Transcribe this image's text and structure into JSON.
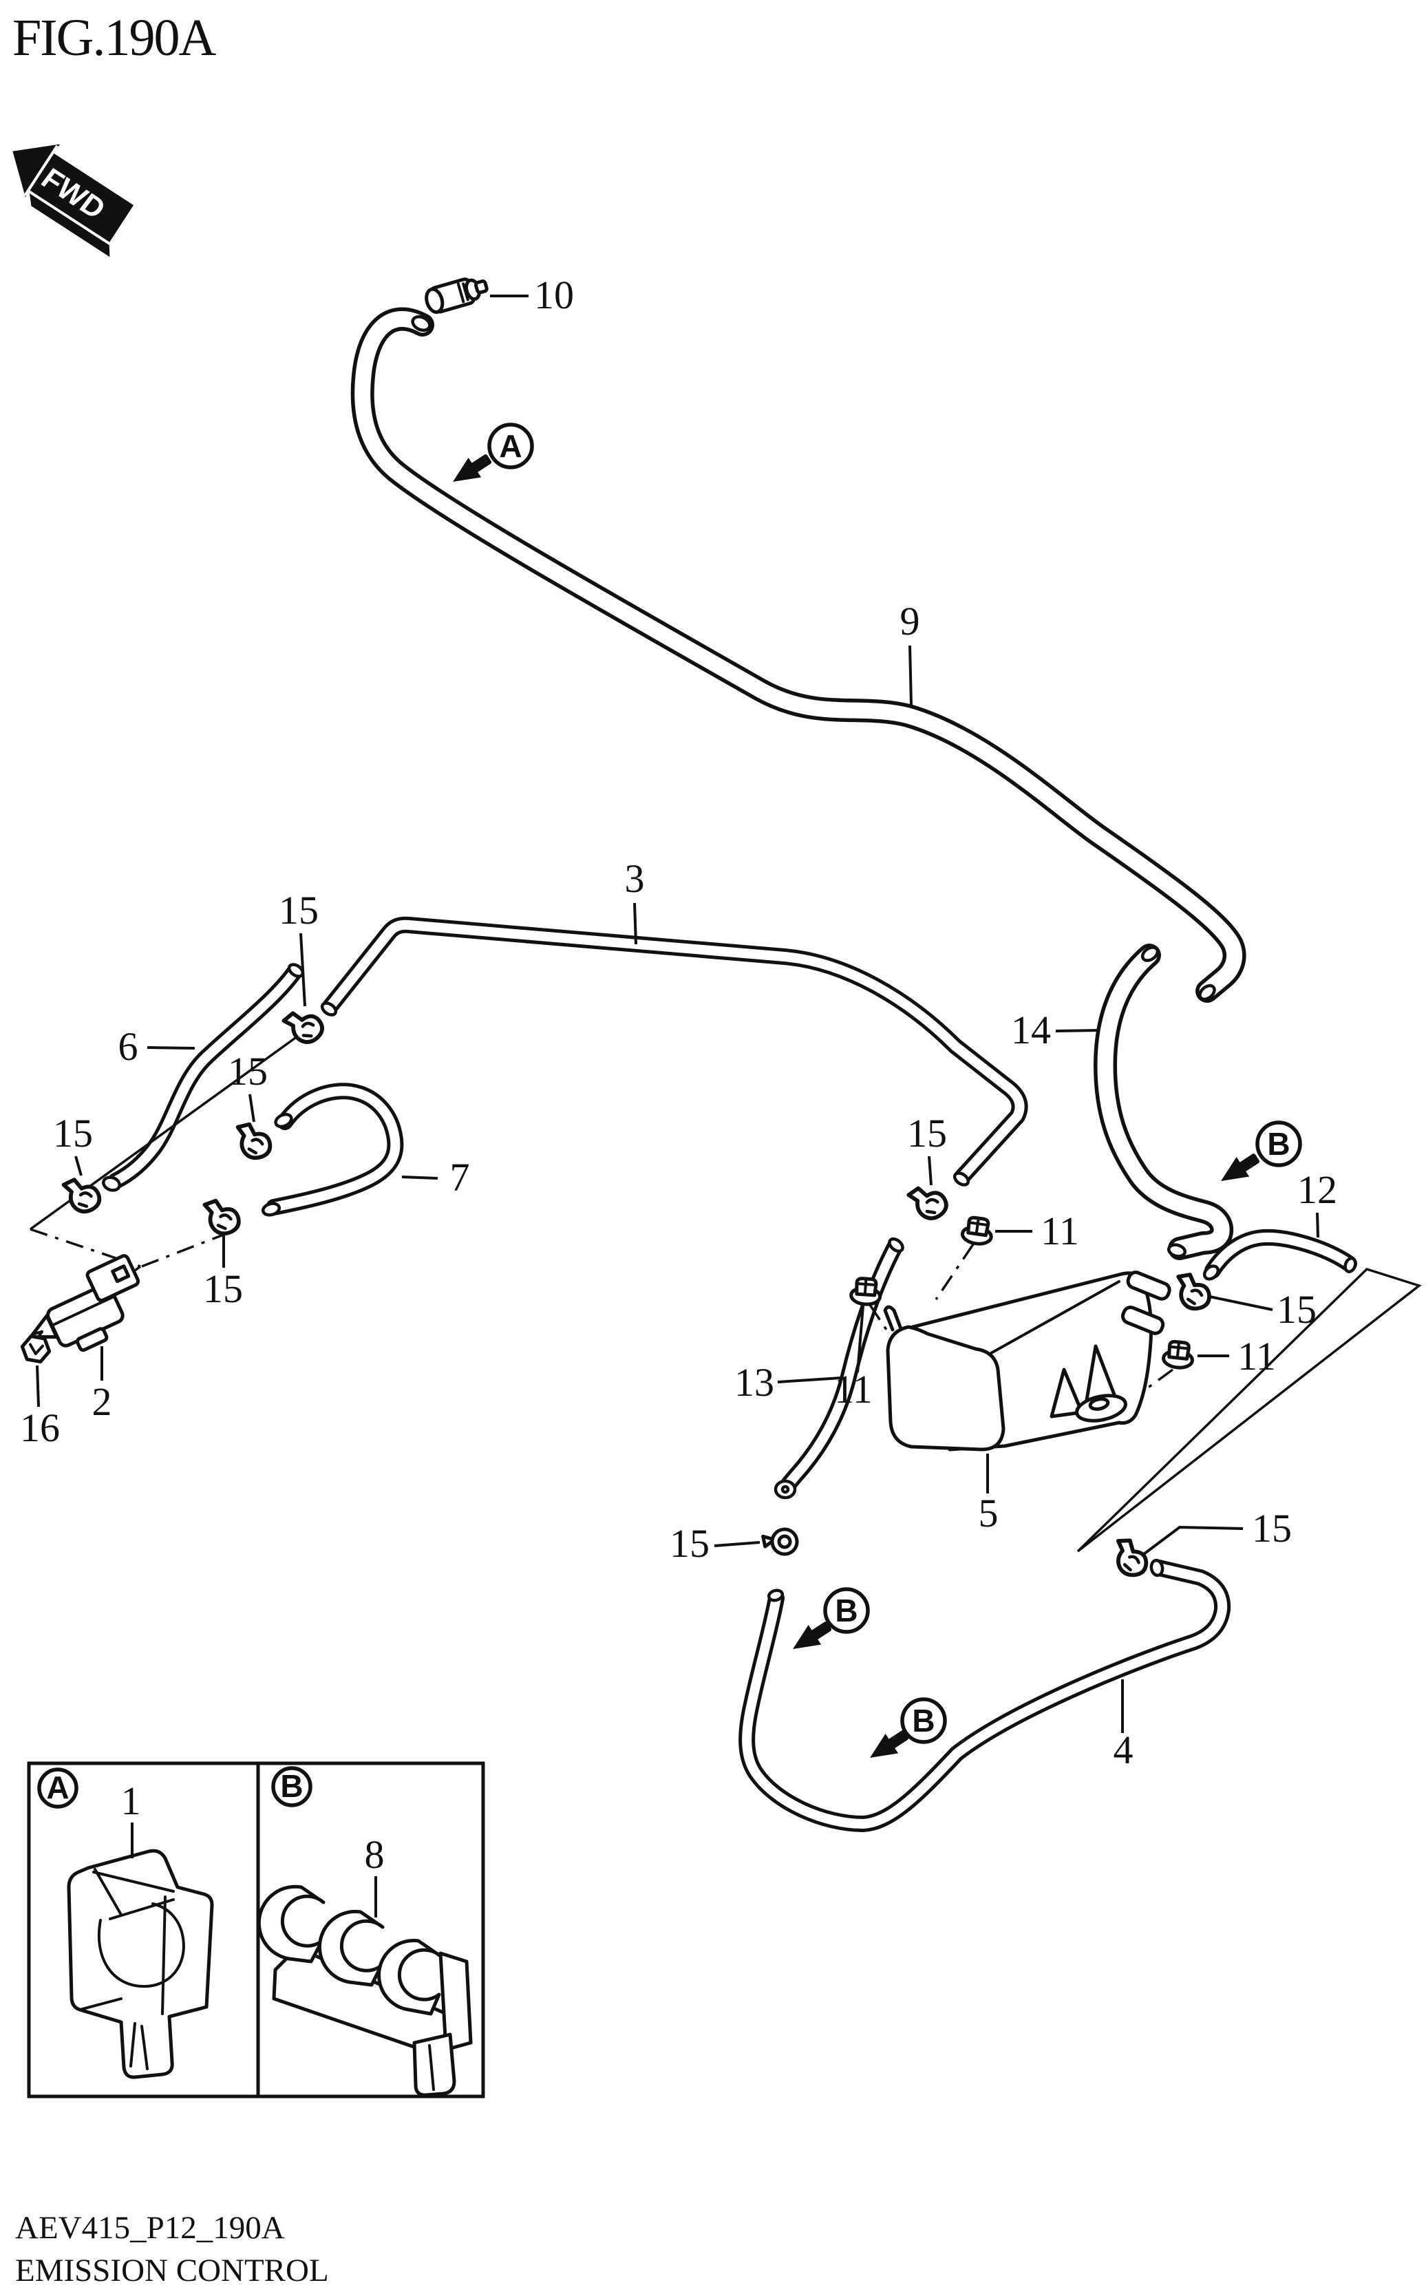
{
  "figure": {
    "title": "FIG.190A"
  },
  "direction_badge": {
    "label": "FWD"
  },
  "markers": {
    "a": "A",
    "b": "B"
  },
  "part_labels": {
    "p1": "1",
    "p2": "2",
    "p3": "3",
    "p4": "4",
    "p5": "5",
    "p6": "6",
    "p7": "7",
    "p8": "8",
    "p9": "9",
    "p10": "10",
    "p11": "11",
    "p12": "12",
    "p13": "13",
    "p14": "14",
    "p15": "15",
    "p16": "16"
  },
  "footer": {
    "drawing_code": "AEV415_P12_190A",
    "title": "EMISSION CONTROL"
  },
  "colors": {
    "ink": "#111111",
    "paper": "#ffffff"
  }
}
